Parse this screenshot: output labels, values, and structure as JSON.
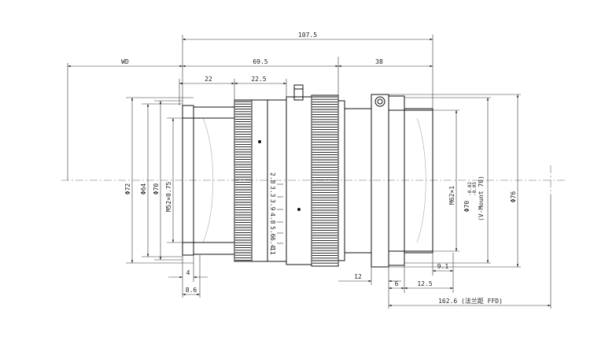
{
  "dimensions": {
    "total_length": "107.5",
    "working_distance": "WD",
    "body_length": "69.5",
    "mount_length": "38",
    "front_segment": "22",
    "focus_segment": "22.5",
    "front_thread_depth": "4",
    "front_depth_2": "8.6",
    "mount_offset": "12",
    "flange_6": "6",
    "flange_9_1": "9.1",
    "flange_12_5": "12.5",
    "ffd": "162.6 (法兰距 FFD)",
    "dia_72": "Φ72",
    "dia_64": "Φ64",
    "dia_70": "Φ70",
    "front_thread": "M52×0.75",
    "mount_thread": "M62×1",
    "mount_dia": "Φ70",
    "mount_tol_upper": "-0.02",
    "mount_tol_lower": "-0.05",
    "mount_name": "(V-Mount 70)",
    "dia_76": "Φ76"
  },
  "aperture_scale": [
    "2.8",
    "3.3",
    "3.9",
    "4.8",
    "5.6",
    "6.4",
    "11"
  ]
}
